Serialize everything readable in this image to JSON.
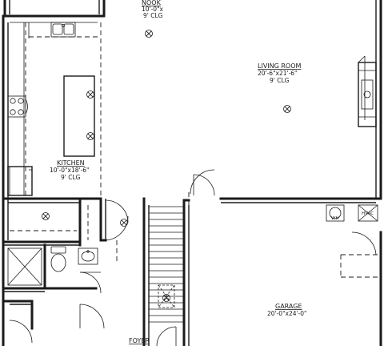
{
  "rooms": {
    "nook": {
      "name": "NOOK",
      "dims": "10'-0\"x",
      "ceiling": "9' CLG"
    },
    "living_room": {
      "name": "LIVING ROOM",
      "dims": "20'-6\"x21'-6\"",
      "ceiling": "9' CLG"
    },
    "kitchen": {
      "name": "KITCHEN",
      "dims": "10'-0\"x18'-6\"",
      "ceiling": "9' CLG"
    },
    "garage": {
      "name": "GARAGE",
      "dims": "20'-0\"x24'-0\""
    },
    "foyer": {
      "name": "FOYER"
    }
  },
  "fixtures": {
    "water_heater": "WH",
    "hvac": "HVAC"
  },
  "icons": [
    "light-fixture-icon",
    "sink-icon",
    "cooktop-icon",
    "toilet-icon",
    "door-swing-icon",
    "fireplace-icon",
    "stairs-icon"
  ]
}
